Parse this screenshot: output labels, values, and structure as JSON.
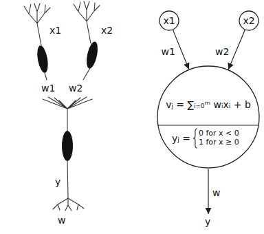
{
  "diagram": {
    "nodes": [
      {
        "text": [
          "x1"
        ]
      },
      {
        "text": [
          "x2"
        ]
      },
      {
        "text": [
          "vⱼ = ∑ᵢ₌₀ᵐ wᵢxᵢ + b",
          "yⱼ =",
          "0 for x < 0",
          "1 for x ≥ 0"
        ]
      }
    ],
    "edges": [
      {
        "from": 0,
        "to": 2,
        "arrow": "to",
        "label": "w1"
      },
      {
        "from": 1,
        "to": 2,
        "arrow": "to",
        "label": "w2"
      }
    ],
    "labels": [
      "x1",
      "x2",
      "w1",
      "w2",
      "y",
      "w",
      "w",
      "y"
    ]
  }
}
